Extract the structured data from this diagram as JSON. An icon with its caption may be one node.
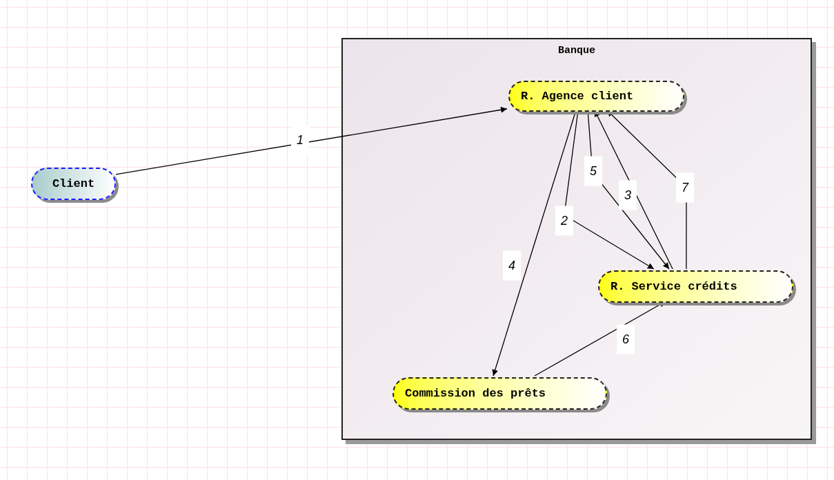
{
  "diagram": {
    "nodes": [
      {
        "text": [
          "Client"
        ]
      },
      {
        "text": [
          "Banque"
        ]
      },
      {
        "text": [
          "R. Agence client"
        ],
        "in": 1
      },
      {
        "text": [
          "R. Service crédits"
        ],
        "in": 1
      },
      {
        "text": [
          "Commission des prêts"
        ],
        "in": 1
      }
    ],
    "edges": [
      {
        "from": 0,
        "to": 2,
        "arrow": "to",
        "label": "1"
      },
      {
        "from": 2,
        "to": 3,
        "arrow": "to",
        "label": "2"
      },
      {
        "from": 3,
        "to": 2,
        "arrow": "to",
        "label": "3"
      },
      {
        "from": 2,
        "to": 4,
        "arrow": "to",
        "label": "4"
      },
      {
        "from": 2,
        "to": 3,
        "arrow": "to",
        "label": "5"
      },
      {
        "from": 4,
        "to": 3,
        "arrow": "to",
        "label": "6"
      },
      {
        "from": 3,
        "to": 2,
        "arrow": "to",
        "label": "7"
      }
    ]
  }
}
